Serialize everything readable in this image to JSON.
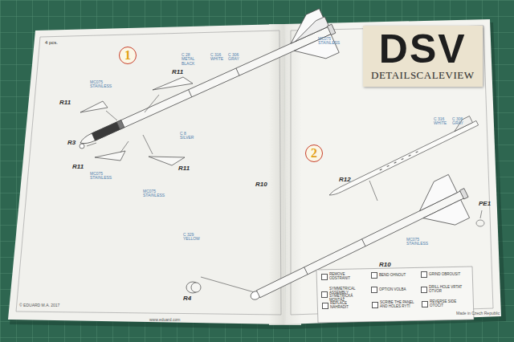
{
  "diagram": {
    "nodes": [
      {
        "text": [
          "1"
        ]
      },
      {
        "text": [
          "2"
        ]
      },
      {
        "text": [
          "DSV",
          "DETAILSCALEVIEW"
        ]
      }
    ],
    "labels": [
      "4 pcs.",
      "MC075 STAINLESS",
      "C 28 METAL BLACK",
      "C 316 WHITE",
      "C 306 GRAY",
      "MC075 STAINLESS",
      "R11",
      "R11",
      "R3",
      "C 8 SILVER",
      "R11",
      "R11",
      "MC075 STAINLESS",
      "MC075 STAINLESS",
      "R10",
      "C 329 YELLOW",
      "R4",
      "© EDUARD M.A. 2017",
      "www.eduard.com",
      "C 316 WHITE",
      "C 306 GRAY",
      "R12",
      "PE1",
      "MC075 STAINLESS",
      "R10",
      "Made in Czech Republic"
    ],
    "legend": [
      {
        "text": "REMOVE ODSTRANIT"
      },
      {
        "text": "BEND OHNOUT"
      },
      {
        "text": "GRIND OBROUSIT"
      },
      {
        "text": "SYMMETRICAL ASSEMBLY SYMETRICKÁ MONTÁŽ"
      },
      {
        "text": "OPTION VOLBA"
      },
      {
        "text": "DRILL HOLE VRTAT OTVOR"
      },
      {
        "text": "REPLACE NAHRADIT"
      },
      {
        "text": "SCRIBE THE PANEL AND HOLES RYTÍ"
      },
      {
        "text": "REVERSE SIDE OTOČIT"
      }
    ]
  }
}
